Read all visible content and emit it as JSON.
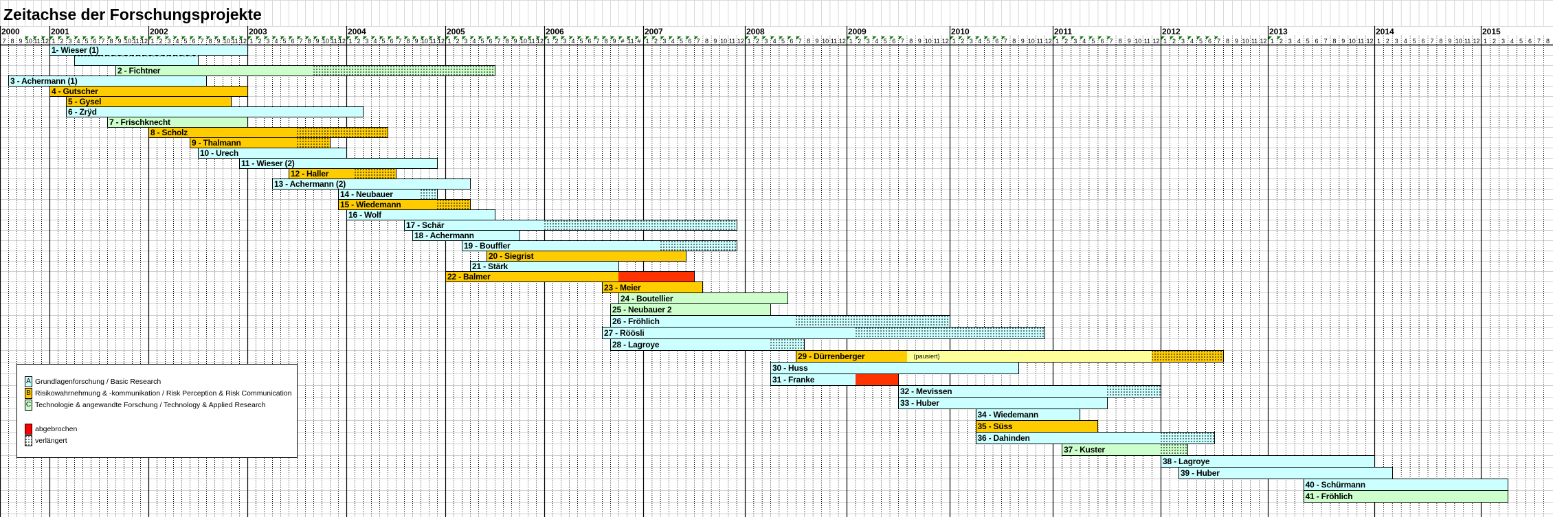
{
  "chart_data": {
    "type": "gantt",
    "title": "Zeitachse der Forschungsprojekte",
    "axis": {
      "years": [
        {
          "year": "2000",
          "months": [
            "7",
            "8",
            "9",
            "10",
            "11",
            "12"
          ]
        },
        {
          "year": "2001",
          "months": [
            "1",
            "2",
            "3",
            "4",
            "5",
            "6",
            "7",
            "8",
            "9",
            "10",
            "11",
            "12"
          ]
        },
        {
          "year": "2002",
          "months": [
            "1",
            "2",
            "3",
            "4",
            "5",
            "6",
            "7",
            "8",
            "9",
            "10",
            "11",
            "12"
          ]
        },
        {
          "year": "2003",
          "months": [
            "1",
            "2",
            "3",
            "4",
            "5",
            "6",
            "7",
            "8",
            "9",
            "10",
            "11",
            "12"
          ]
        },
        {
          "year": "2004",
          "months": [
            "1",
            "2",
            "3",
            "4",
            "5",
            "6",
            "7",
            "8",
            "9",
            "10",
            "11",
            "12"
          ]
        },
        {
          "year": "2005",
          "months": [
            "1",
            "2",
            "3",
            "4",
            "5",
            "6",
            "7",
            "8",
            "9",
            "10",
            "11",
            "12"
          ]
        },
        {
          "year": "2006",
          "months": [
            "1",
            "2",
            "3",
            "4",
            "5",
            "6",
            "7",
            "8",
            "9",
            "#",
            "11",
            "#"
          ]
        },
        {
          "year": "2007",
          "months": [
            "1",
            "2",
            "3",
            "4",
            "5",
            "6",
            "7",
            "8",
            "9",
            "10",
            "11",
            "12"
          ]
        },
        {
          "year": "2008",
          "months": [
            "1",
            "2",
            "3",
            "4",
            "5",
            "6",
            "7",
            "8",
            "9",
            "10",
            "11",
            "12"
          ]
        },
        {
          "year": "2009",
          "months": [
            "1",
            "2",
            "3",
            "4",
            "5",
            "6",
            "7",
            "8",
            "9",
            "10",
            "11",
            "12"
          ]
        },
        {
          "year": "2010",
          "months": [
            "1",
            "2",
            "3",
            "4",
            "5",
            "6",
            "7",
            "8",
            "9",
            "10",
            "11",
            "12"
          ]
        },
        {
          "year": "2011",
          "months": [
            "1",
            "2",
            "3",
            "4",
            "5",
            "6",
            "7",
            "8",
            "9",
            "10",
            "11",
            "12"
          ]
        },
        {
          "year": "2012",
          "months": [
            "1",
            "2",
            "3",
            "4",
            "5",
            "6",
            "7",
            "8",
            "9",
            "10",
            "11",
            "12"
          ]
        },
        {
          "year": "2013",
          "months": [
            "1",
            "2",
            "3",
            "4",
            "5",
            "6",
            "7",
            "8",
            "9",
            "10",
            "11",
            "12"
          ]
        },
        {
          "year": "2014",
          "months": [
            "1",
            "2",
            "3",
            "4",
            "5",
            "6",
            "7",
            "8",
            "9",
            "10",
            "11",
            "12"
          ]
        },
        {
          "year": "2015",
          "months": [
            "1",
            "2",
            "3",
            "4",
            "5",
            "6",
            "7",
            "8"
          ]
        }
      ]
    },
    "colors": {
      "A": "#ccffff",
      "B": "#ffcc00",
      "C": "#ccffcc",
      "aborted": "#ff3300",
      "paused": "#ffff99"
    },
    "legend": {
      "categories": [
        {
          "key": "A",
          "label": "Grundlagenforschung / Basic Research"
        },
        {
          "key": "B",
          "label": "Risikowahrnehmung & -kommunikation / Risk Perception & Risk Communication"
        },
        {
          "key": "C",
          "label": "Technologie & angewandte Forschung / Technology & Applied Research"
        }
      ],
      "status": [
        {
          "key": "aborted",
          "label": "abgebrochen"
        },
        {
          "key": "extended",
          "label": "verlängert"
        }
      ]
    },
    "projects": [
      {
        "label": "1- Wieser (1)",
        "category": "A",
        "start": "2001-01",
        "end": "2002-12"
      },
      {
        "label": "",
        "category": "A",
        "start": "2001-04",
        "end": "2002-06",
        "continuation": true,
        "dashed_from": "2001-07"
      },
      {
        "label": "2 - Fichtner",
        "category": "C",
        "start": "2001-09",
        "end": "2005-06",
        "extended_from": "2003-09"
      },
      {
        "label": "3 - Achermann (1)",
        "category": "A",
        "start": "2000-08",
        "end": "2002-07"
      },
      {
        "label": "4 - Gutscher",
        "category": "B",
        "start": "2001-01",
        "end": "2002-12"
      },
      {
        "label": "5 - Gysel",
        "category": "B",
        "start": "2001-03",
        "end": "2002-10"
      },
      {
        "label": "6 - Zrÿd",
        "category": "A",
        "start": "2001-03",
        "end": "2004-02"
      },
      {
        "label": "7 - Frischknecht",
        "category": "C",
        "start": "2001-08",
        "end": "2002-12"
      },
      {
        "label": "8 - Scholz",
        "category": "B",
        "start": "2002-01",
        "end": "2004-05",
        "extended_from": "2003-07"
      },
      {
        "label": "9 - Thalmann",
        "category": "B",
        "start": "2002-06",
        "end": "2003-10",
        "extended_from": "2003-07"
      },
      {
        "label": "10 - Urech",
        "category": "A",
        "start": "2002-07",
        "end": "2003-12"
      },
      {
        "label": "11 - Wieser (2)",
        "category": "A",
        "start": "2002-12",
        "end": "2004-11"
      },
      {
        "label": "12 - Haller",
        "category": "B",
        "start": "2003-06",
        "end": "2004-06",
        "extended_from": "2004-02"
      },
      {
        "label": "13 - Achermann (2)",
        "category": "A",
        "start": "2003-04",
        "end": "2005-03"
      },
      {
        "label": "14 - Neubauer",
        "category": "A",
        "start": "2003-12",
        "end": "2004-11",
        "extended_from": "2004-10"
      },
      {
        "label": "15 - Wiedemann",
        "category": "B",
        "start": "2003-12",
        "end": "2005-03",
        "extended_from": "2004-12"
      },
      {
        "label": "16 - Wolf",
        "category": "A",
        "start": "2004-01",
        "end": "2005-06"
      },
      {
        "label": "17 - Schär",
        "category": "A",
        "start": "2004-08",
        "end": "2007-11",
        "extended_from": "2006-01"
      },
      {
        "label": "18 - Achermann",
        "category": "A",
        "start": "2004-09",
        "end": "2005-09"
      },
      {
        "label": "19 - Bouffler",
        "category": "A",
        "start": "2005-03",
        "end": "2007-11",
        "extended_from": "2007-03"
      },
      {
        "label": "20 - Siegrist",
        "category": "B",
        "start": "2005-06",
        "end": "2007-05"
      },
      {
        "label": "21 - Stärk",
        "category": "A",
        "start": "2005-04",
        "end": "2006-09"
      },
      {
        "label": "22 - Balmer",
        "category": "B",
        "start": "2005-01",
        "end": "2007-06",
        "aborted_from": "2006-10"
      },
      {
        "label": "23 - Meier",
        "category": "B",
        "start": "2006-08",
        "end": "2007-07"
      },
      {
        "label": "24 - Boutellier",
        "category": "C",
        "start": "2006-10",
        "end": "2008-05"
      },
      {
        "label": "25 - Neubauer 2",
        "category": "C",
        "start": "2006-09",
        "end": "2008-03"
      },
      {
        "label": "26 - Fröhlich",
        "category": "A",
        "start": "2006-09",
        "end": "2009-12",
        "extended_from": "2008-07"
      },
      {
        "label": "27 - Röösli",
        "category": "A",
        "start": "2006-08",
        "end": "2010-11",
        "extended_from": "2009-02"
      },
      {
        "label": "28 - Lagroye",
        "category": "A",
        "start": "2006-09",
        "end": "2008-07",
        "extended_from": "2008-04"
      },
      {
        "label": "29 - Dürrenberger",
        "category": "B",
        "start": "2008-07",
        "end": "2012-07",
        "paused_from": "2009-08",
        "paused_to": "2011-11",
        "paused_label": "(pausiert)",
        "extended_from": "2011-12"
      },
      {
        "label": "30 - Huss",
        "category": "A",
        "start": "2008-04",
        "end": "2010-08"
      },
      {
        "label": "31 - Franke",
        "category": "A",
        "start": "2008-04",
        "end": "2009-06",
        "aborted_from": "2009-02"
      },
      {
        "label": "32 - Mevissen",
        "category": "A",
        "start": "2009-07",
        "end": "2011-12",
        "extended_from": "2011-07"
      },
      {
        "label": "33 - Huber",
        "category": "A",
        "start": "2009-07",
        "end": "2011-06"
      },
      {
        "label": "34 - Wiedemann",
        "category": "A",
        "start": "2010-04",
        "end": "2011-03"
      },
      {
        "label": "35 - Süss",
        "category": "B",
        "start": "2010-04",
        "end": "2011-05"
      },
      {
        "label": "36 - Dahinden",
        "category": "A",
        "start": "2010-04",
        "end": "2012-06",
        "extended_from": "2012-01"
      },
      {
        "label": "37 - Kuster",
        "category": "C",
        "start": "2011-02",
        "end": "2012-03",
        "extended_from": "2012-01"
      },
      {
        "label": "38 - Lagroye",
        "category": "A",
        "start": "2012-01",
        "end": "2013-12"
      },
      {
        "label": "39 - Huber",
        "category": "A",
        "start": "2012-03",
        "end": "2014-02"
      },
      {
        "label": "40 - Schürmann",
        "category": "A",
        "start": "2013-05",
        "end": "2015-03"
      },
      {
        "label": "41 - Fröhlich",
        "category": "C",
        "start": "2013-05",
        "end": "2015-03"
      }
    ]
  }
}
